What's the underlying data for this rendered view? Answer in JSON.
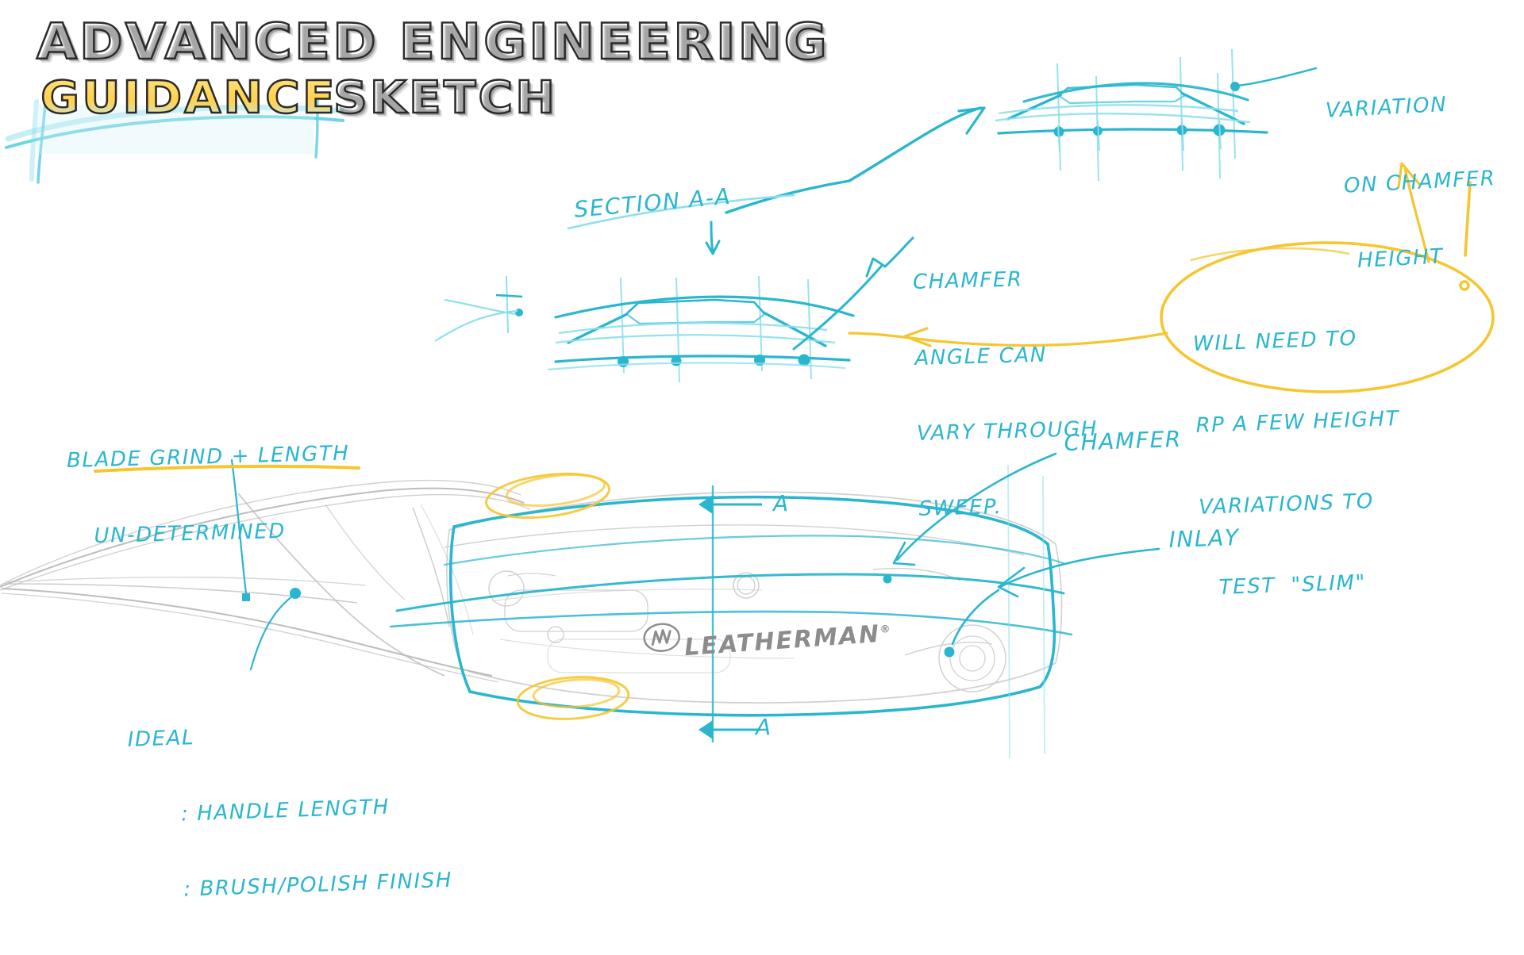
{
  "document": {
    "title_line1": "ADVANCED ENGINEERING",
    "title_line2_highlight": "GUIDANCE",
    "title_line2_rest": "SKETCH",
    "background_color": "#ffffff",
    "ink_color": "#2ab6cf",
    "accent_color": "#f5c630",
    "pencil_color": "#9a9a9a"
  },
  "annotations": {
    "variation_chamfer": {
      "line1": "VARIATION",
      "line2": "ON CHAMFER",
      "line3": "HEIGHT"
    },
    "section_label": "SECTION A-A",
    "chamfer_angle": {
      "line1": "CHAMFER",
      "line2": "ANGLE CAN",
      "line3": "VARY THROUGH",
      "line4": "SWEEP."
    },
    "callout_bubble": {
      "line1": "WILL NEED TO",
      "line2": "RP A FEW HEIGHT",
      "line3": "VARIATIONS TO",
      "line4": "TEST  \"SLIM\""
    },
    "blade_note": {
      "line1": "BLADE GRIND + LENGTH",
      "line2": "UN-DETERMINED"
    },
    "ideal_note": {
      "heading": "IDEAL",
      "bullet1": ": HANDLE LENGTH",
      "bullet2": ": BRUSH/POLISH FINISH"
    },
    "chamfer_label": "CHAMFER",
    "inlay_label": "INLAY",
    "section_marker_top": "A",
    "section_marker_bottom": "A"
  },
  "brand": {
    "wordmark": "LEATHERMAN",
    "registered_mark": "®"
  },
  "chart_data": {
    "type": "diagram",
    "title": "Advanced Engineering Guidance Sketch",
    "views": [
      {
        "name": "chamfer-height-variation-section",
        "position": "top-right",
        "construction_lines": 4,
        "datum_points": 4,
        "description": "Cross section profile showing variation on chamfer height"
      },
      {
        "name": "section-a-a",
        "position": "center-upper",
        "construction_lines": 4,
        "datum_points": 4,
        "description": "Section A-A cross section with chamfer angle sweep note"
      },
      {
        "name": "knife-handle-side-view",
        "position": "bottom",
        "description": "Side elevation of folding knife handle with blade overlay, chamfer and inlay callouts, section cut line A-A"
      }
    ]
  }
}
